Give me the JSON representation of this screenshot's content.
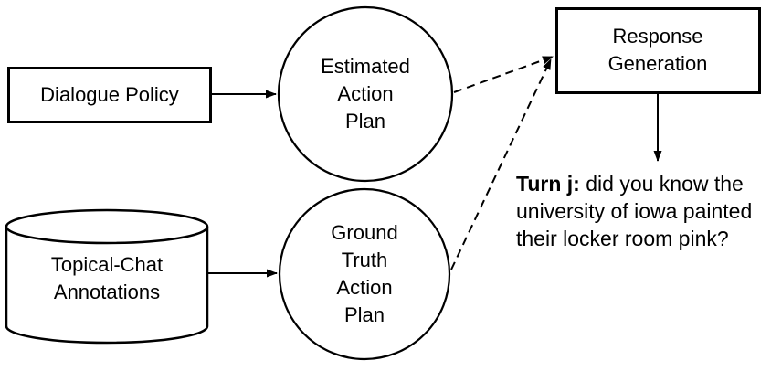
{
  "diagram": {
    "title": "action-plan response generation flow",
    "colors": {
      "stroke": "#000000",
      "background": "#ffffff",
      "text": "#000000"
    },
    "nodes": {
      "dialogue_policy": {
        "shape": "rectangle",
        "label": "Dialogue Policy"
      },
      "topical_chat_annotations": {
        "shape": "cylinder",
        "lines": [
          "Topical-Chat",
          "Annotations"
        ]
      },
      "estimated_action_plan": {
        "shape": "circle",
        "lines": [
          "Estimated",
          "Action",
          "Plan"
        ]
      },
      "ground_truth_action_plan": {
        "shape": "circle",
        "lines": [
          "Ground",
          "Truth",
          "Action",
          "Plan"
        ]
      },
      "response_generation": {
        "shape": "rectangle",
        "lines": [
          "Response",
          "Generation"
        ]
      }
    },
    "edges": [
      {
        "from": "dialogue_policy",
        "to": "estimated_action_plan",
        "style": "solid-arrow"
      },
      {
        "from": "topical_chat_annotations",
        "to": "ground_truth_action_plan",
        "style": "solid-arrow"
      },
      {
        "from": "estimated_action_plan",
        "to": "response_generation",
        "style": "dashed-arrow"
      },
      {
        "from": "ground_truth_action_plan",
        "to": "response_generation",
        "style": "dashed-arrow"
      },
      {
        "from": "response_generation",
        "to": "turn_text",
        "style": "solid-arrow"
      }
    ],
    "turn_text": {
      "bold_prefix": "Turn j:",
      "line1_rest": " did you know the",
      "line2": "university of iowa painted",
      "line3": "their locker room pink?"
    }
  }
}
